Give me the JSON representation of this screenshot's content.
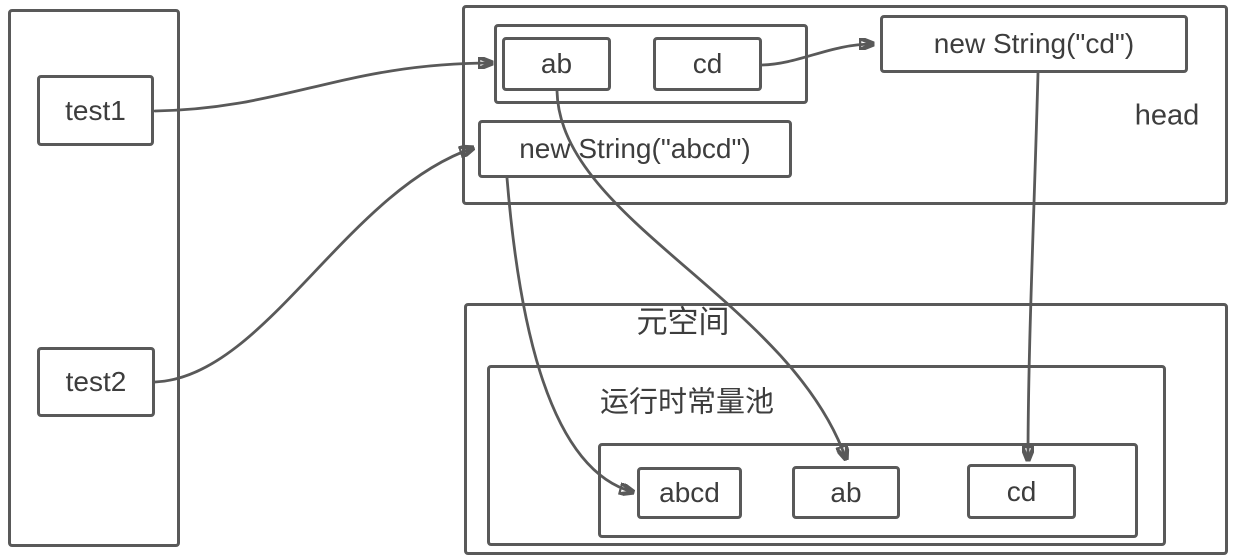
{
  "diagram": {
    "stack": {
      "vars": [
        {
          "label": "test1"
        },
        {
          "label": "test2"
        }
      ]
    },
    "heap": {
      "label": "head",
      "array_cells": [
        {
          "label": "ab"
        },
        {
          "label": "cd"
        }
      ],
      "objects": [
        {
          "label": "new String(\"abcd\")"
        },
        {
          "label": "new String(\"cd\")"
        }
      ]
    },
    "metaspace": {
      "label": "元空间",
      "runtime_pool": {
        "label": "运行时常量池",
        "strings": [
          {
            "label": "abcd"
          },
          {
            "label": "ab"
          },
          {
            "label": "cd"
          }
        ]
      }
    },
    "colors": {
      "line": "#595959",
      "text": "#3d3d3d",
      "background": "#ffffff"
    }
  }
}
